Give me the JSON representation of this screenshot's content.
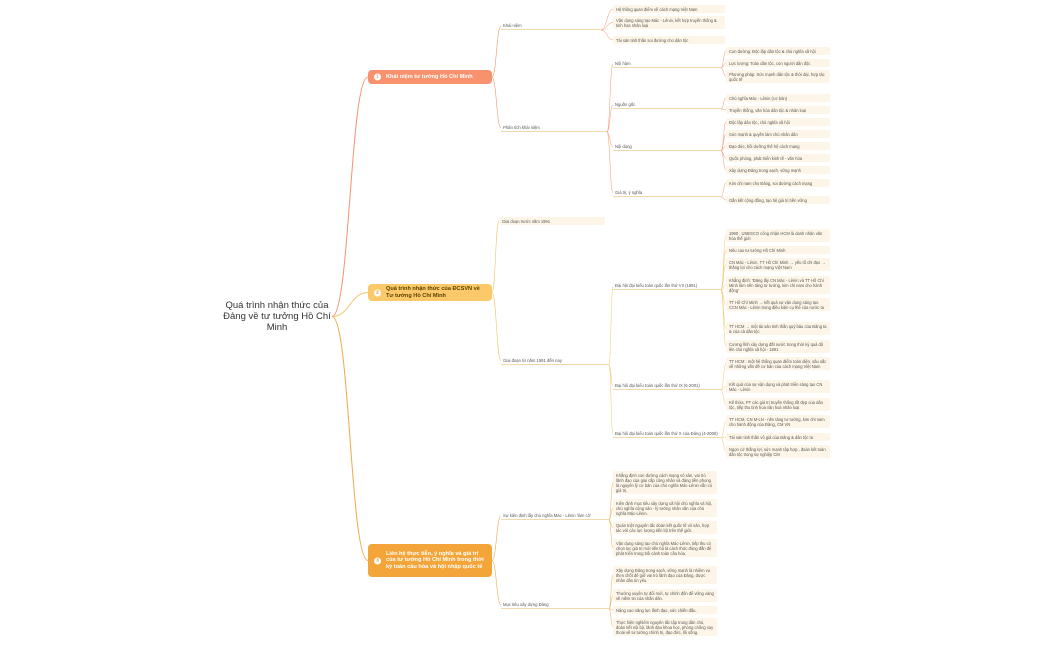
{
  "root": {
    "title": "Quá trình nhận thức của Đảng về tư tưởng Hồ Chí Minh"
  },
  "branches": [
    {
      "num": "1",
      "title": "Khái niệm tư tưởng Hồ Chí Minh",
      "children": [
        {
          "label": "Khái niệm",
          "children": [
            "Hệ thống quan điểm về cách mạng Việt Nam",
            "Vận dụng sáng tạo Mác - Lênin, kết hợp truyền thống & tinh hoa nhân loại",
            "Tài sản tinh thần soi đường cho dân tộc"
          ]
        },
        {
          "label": "Phân tích khái niệm",
          "children": [
            {
              "label": "Nội hàm",
              "children": [
                "Con đường: Độc lập dân tộc & chủ nghĩa xã hội",
                "Lực lượng: Toàn dân tộc, con người dân độc",
                "Phương pháp: Sức mạnh dân tộc & thời đại, hợp tác quốc tế"
              ]
            },
            {
              "label": "Nguồn gốc",
              "children": [
                "Chủ nghĩa Mác - Lênin (cơ bản)",
                "Truyền thống, văn hóa dân tộc & nhân loại"
              ]
            },
            {
              "label": "Nội dung",
              "children": [
                "Độc lập dân tộc, chủ nghĩa xã hội",
                "Sức mạnh & quyền làm chủ nhân dân",
                "Đạo đức, bồi dưỡng thế hệ cách mạng",
                "Quốc phòng, phát triển kinh tế - văn hóa",
                "Xây dựng Đảng trong sạch, vững mạnh"
              ]
            },
            {
              "label": "Giá trị, ý nghĩa",
              "children": [
                "Kim chỉ nam cho Đảng, soi đường cách mạng",
                "Gắn kết cộng đồng, tạo hệ giá trị bền vững"
              ]
            }
          ]
        }
      ]
    },
    {
      "num": "2",
      "title": "Quá trình nhận thức của ĐCSVN về Tư tưởng Hồ Chí Minh",
      "children": [
        {
          "label": "Giai đoạn trước năm 1991",
          "children": []
        },
        {
          "label": "Giai đoạn từ năm 1991 đến nay",
          "children": [
            {
              "label": "Đại hội đại biểu toàn quốc lần thứ VII (1991)",
              "children": [
                "1990 , UNESCO công nhận HCM là danh nhân văn hóa thế giới",
                "Nêu cao tư tưởng Hồ Chí Minh",
                "CN Mác - Lênin, TT Hồ Chí Minh → yếu tố chỉ đạo → thắng lợi cho cách mạng Việt Nam",
                "Khẳng định: 'Đảng lấy CN Mác - Lênin và TT Hồ Chí Minh làm nền tảng tư tưởng, kim chỉ nam cho hành động'",
                "TT Hồ Chí Minh → kết quả sự vận dụng sáng tạo CCN Mác - Lênin trong điều kiện cụ thể của nước ta",
                "TT HCM → một tài sản tinh thần quý báu của Đảng ta & của cả dân tộc",
                "Cương lĩnh xây dựng đất nước trong thời kỳ quá độ lên chủ nghĩa xã hội - 1991"
              ]
            },
            {
              "label": "Đại hội đại biểu toàn quốc lần thứ IX (6-2001)",
              "children": [
                "TT HCM : một hệ thống quan điểm toàn diện, sâu sắc về những vấn đề cơ bản của cách mạng Việt Nam",
                "Kết quả của sự vận dụng và phát triển sáng tạo CN Mác - Lênin",
                "Kế thừa, PT các giá trị truyền thống tốt đẹp của dân tộc, tiếp thu tinh hoa văn hoá nhân loại"
              ]
            },
            {
              "label": "Đại hội đại biểu toàn quốc lần thứ X của Đảng (4-2006)",
              "children": [
                "TT HCM, CN M-LN - nền tảng tư tưởng, kim chỉ nam cho hành động của Đảng, CM VN",
                "Tài sản tinh thần vô giá của Đảng & dân tộc ta",
                "Ngọn cờ thắng lợi, sức mạnh tập hợp , đoàn kết toàn dân tộc trong sự nghiệp CM"
              ]
            }
          ]
        }
      ]
    },
    {
      "num": "3",
      "title": "Liên hệ thực tiễn, ý nghĩa và giá trị của tư tưởng Hồ Chí Minh trong thời kỳ toàn cầu hóa và hội nhập quốc tế",
      "children": [
        {
          "label": "Sự kiên định lấy chủ nghĩa Mác - Lênin 'làm cờ'",
          "children": [
            "Khẳng định con đường cách mạng vô sản, vai trò lãnh đạo của giai cấp công nhân và đảng tiền phong là nguyên lý cơ bản của chủ nghĩa Mác-Lênin vẫn có giá trị.",
            "Kiên định mục tiêu xây dựng xã hội chủ nghĩa và hội, chủ nghĩa cộng sản - lý tưởng nhân văn của chủ nghĩa Mác-Lênin.",
            "Quán triệt nguyên tắc đoàn kết quốc tế vô sản, hợp tác với các lực lượng tiến bộ trên thế giới.",
            "Vận dụng sáng tạo chủ nghĩa Mác-Lênin, tiếp thu có chọn lọc giá trị mới tiến bộ là cách thức đúng đắn để phát triển trong bối cảnh toàn cầu hóa."
          ]
        },
        {
          "label": "Mục tiêu xây dựng Đảng",
          "children": [
            "Xây dựng Đảng trong sạch, vững mạnh là nhiệm vụ then chốt để giữ vai trò lãnh đạo của Đảng, được nhân dân tin yêu.",
            "Thường xuyên tự đổi mới, tự chỉnh đốn để vững vàng về niềm tin của nhân dân.",
            "Nâng cao năng lực lãnh đạo, sức chiến đấu.",
            "Thực hiện nghiêm nguyên tắc tập trung dân chủ, đoàn kết nội bộ, lãnh đạo khoa học, phòng chống suy thoái về tư tưởng chính trị, đạo đức, lối sống."
          ]
        }
      ]
    }
  ]
}
